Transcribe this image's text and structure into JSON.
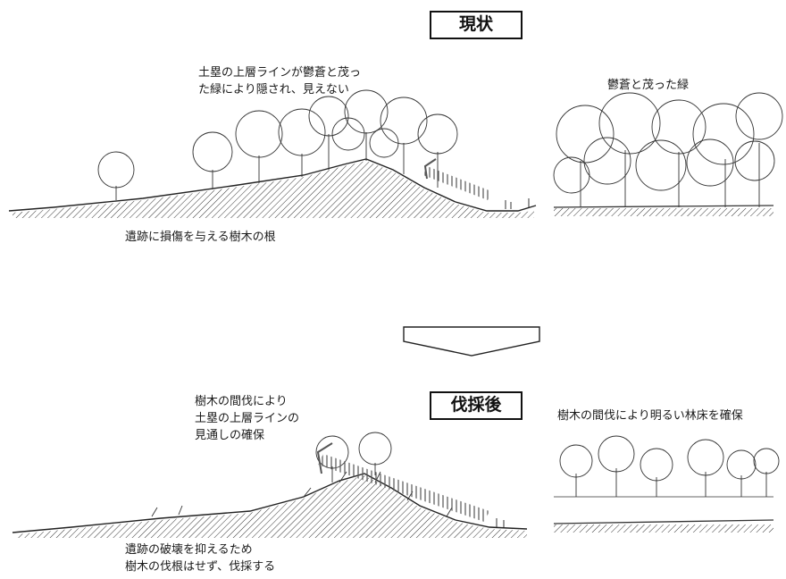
{
  "current": {
    "title": "現状",
    "note_line_hidden": "土塁の上層ラインが鬱蒼と茂っ\nた緑により隠され、見えない",
    "note_dense_green": "鬱蒼と茂った緑",
    "note_roots": "遺跡に損傷を与える樹木の根"
  },
  "after": {
    "title": "伐採後",
    "note_visibility": "樹木の間伐により\n土塁の上層ラインの\n見通しの確保",
    "note_bright_floor": "樹木の間伐により明るい林床を確保",
    "note_no_uprooting": "遺跡の破壊を抑えるため\n樹木の伐根はせず、伐採する"
  },
  "colors": {
    "ink": "#1a1a1a",
    "hatch": "#444444"
  }
}
